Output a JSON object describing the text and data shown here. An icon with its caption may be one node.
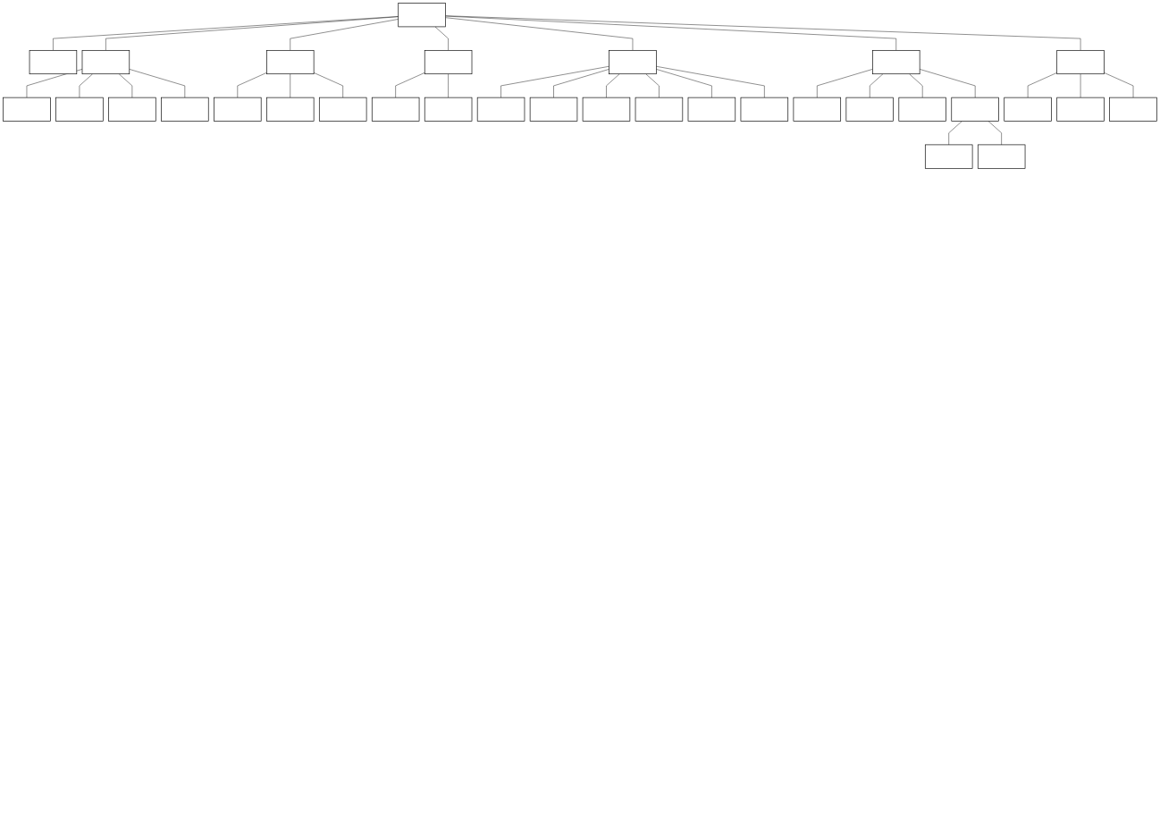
{
  "diagram": {
    "nodes": [
      {
        "text": [],
        "shape": "box"
      },
      {
        "text": [],
        "shape": "box"
      },
      {
        "text": [],
        "shape": "box"
      },
      {
        "text": [],
        "shape": "box"
      },
      {
        "text": [],
        "shape": "box"
      },
      {
        "text": [],
        "shape": "box"
      },
      {
        "text": [],
        "shape": "box"
      },
      {
        "text": [],
        "shape": "box"
      },
      {
        "text": [],
        "shape": "box"
      },
      {
        "text": [],
        "shape": "box"
      },
      {
        "text": [],
        "shape": "box"
      },
      {
        "text": [],
        "shape": "box"
      },
      {
        "text": [],
        "shape": "box"
      },
      {
        "text": [],
        "shape": "box"
      },
      {
        "text": [],
        "shape": "box"
      },
      {
        "text": [],
        "shape": "box"
      },
      {
        "text": [],
        "shape": "box"
      },
      {
        "text": [],
        "shape": "box"
      },
      {
        "text": [],
        "shape": "box"
      },
      {
        "text": [],
        "shape": "box"
      },
      {
        "text": [],
        "shape": "box"
      },
      {
        "text": [],
        "shape": "box"
      },
      {
        "text": [],
        "shape": "box"
      },
      {
        "text": [],
        "shape": "box"
      },
      {
        "text": [],
        "shape": "box"
      },
      {
        "text": [],
        "shape": "box"
      },
      {
        "text": [],
        "shape": "box"
      },
      {
        "text": [],
        "shape": "box"
      },
      {
        "text": [],
        "shape": "box"
      },
      {
        "text": [],
        "shape": "box"
      },
      {
        "text": [],
        "shape": "box"
      },
      {
        "text": [],
        "shape": "box"
      }
    ],
    "edges": [
      {
        "from": 0,
        "to": 1,
        "arrow": "none"
      },
      {
        "from": 0,
        "to": 2,
        "arrow": "none"
      },
      {
        "from": 0,
        "to": 7,
        "arrow": "none"
      },
      {
        "from": 0,
        "to": 11,
        "arrow": "none"
      },
      {
        "from": 0,
        "to": 14,
        "arrow": "none"
      },
      {
        "from": 0,
        "to": 21,
        "arrow": "none"
      },
      {
        "from": 0,
        "to": 28,
        "arrow": "none"
      },
      {
        "from": 2,
        "to": 3,
        "arrow": "none"
      },
      {
        "from": 2,
        "to": 4,
        "arrow": "none"
      },
      {
        "from": 2,
        "to": 5,
        "arrow": "none"
      },
      {
        "from": 2,
        "to": 6,
        "arrow": "none"
      },
      {
        "from": 7,
        "to": 8,
        "arrow": "none"
      },
      {
        "from": 7,
        "to": 9,
        "arrow": "none"
      },
      {
        "from": 7,
        "to": 10,
        "arrow": "none"
      },
      {
        "from": 11,
        "to": 12,
        "arrow": "none"
      },
      {
        "from": 11,
        "to": 13,
        "arrow": "none"
      },
      {
        "from": 14,
        "to": 15,
        "arrow": "none"
      },
      {
        "from": 14,
        "to": 16,
        "arrow": "none"
      },
      {
        "from": 14,
        "to": 17,
        "arrow": "none"
      },
      {
        "from": 14,
        "to": 18,
        "arrow": "none"
      },
      {
        "from": 14,
        "to": 19,
        "arrow": "none"
      },
      {
        "from": 14,
        "to": 20,
        "arrow": "none"
      },
      {
        "from": 21,
        "to": 22,
        "arrow": "none"
      },
      {
        "from": 21,
        "to": 23,
        "arrow": "none"
      },
      {
        "from": 21,
        "to": 24,
        "arrow": "none"
      },
      {
        "from": 21,
        "to": 25,
        "arrow": "none"
      },
      {
        "from": 25,
        "to": 26,
        "arrow": "none"
      },
      {
        "from": 25,
        "to": 27,
        "arrow": "none"
      },
      {
        "from": 28,
        "to": 29,
        "arrow": "none"
      },
      {
        "from": 28,
        "to": 30,
        "arrow": "none"
      },
      {
        "from": 28,
        "to": 31,
        "arrow": "none"
      }
    ]
  }
}
